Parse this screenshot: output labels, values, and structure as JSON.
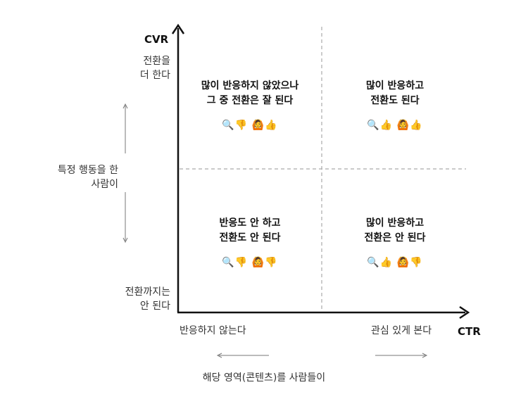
{
  "axes": {
    "y_name": "CVR",
    "x_name": "CTR",
    "y_top_label": "전환을\n더 한다",
    "y_bottom_label": "전환까지는\n안 된다",
    "x_left_label": "반응하지 않는다",
    "x_right_label": "관심 있게 본다",
    "y_side_label": "특정 행동을 한\n사람이",
    "x_bottom_label": "해당 영역(콘텐츠)를 사람들이"
  },
  "quadrants": {
    "top_left": {
      "title": "많이 반응하지 않았으나\n그 중 전환은 잘 된다",
      "icons": "🔍👎 🙆👍"
    },
    "top_right": {
      "title": "많이 반응하고\n전환도 된다",
      "icons": "🔍👍 🙆👍"
    },
    "bottom_left": {
      "title": "반응도 안 하고\n전환도 안 된다",
      "icons": "🔍👎 🙆👎"
    },
    "bottom_right": {
      "title": "많이 반응하고\n전환은 안 된다",
      "icons": "🔍👍 🙆👎"
    }
  }
}
